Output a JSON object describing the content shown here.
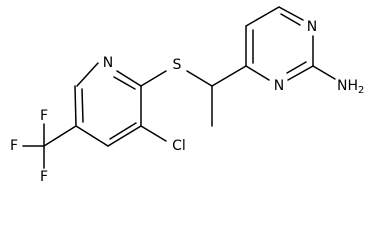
{
  "molecule": {
    "atoms": {
      "S": "S",
      "Cl": "Cl",
      "NH2": "NH",
      "NH2_sub": "2",
      "N_pyridine": "N",
      "N_pyrimidine_top": "N",
      "N_pyrimidine_bottom": "N",
      "F_top": "F",
      "F_left": "F",
      "F_bottom": "F"
    }
  }
}
